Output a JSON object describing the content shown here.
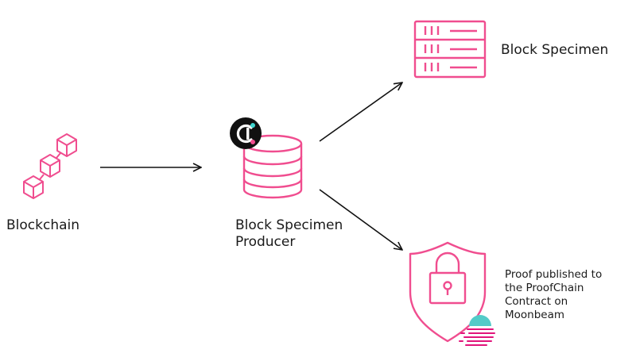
{
  "colors": {
    "accent": "#f04d8f",
    "arrow": "#111111",
    "badge_bg": "#111111",
    "badge_dot_teal": "#3fd6cf",
    "badge_dot_pink": "#f04d8f",
    "moonbeam_teal": "#53cbc8",
    "moonbeam_pink": "#e1147b"
  },
  "icons": {
    "blockchain": "cube-chain-icon",
    "producer": "database-icon",
    "producer_badge": "covalent-logo-icon",
    "specimen": "server-rack-icon",
    "proof": "shield-lock-icon",
    "moonbeam": "moonbeam-logo-icon"
  },
  "nodes": {
    "blockchain": {
      "label": "Blockchain"
    },
    "producer": {
      "label_line1": "Block Specimen",
      "label_line2": "Producer"
    },
    "specimen": {
      "label": "Block Specimen"
    },
    "proof": {
      "line1": "Proof published to",
      "line2": "the ProofChain",
      "line3": "Contract on",
      "line4": "Moonbeam"
    }
  },
  "edges": [
    {
      "from": "blockchain",
      "to": "producer"
    },
    {
      "from": "producer",
      "to": "specimen"
    },
    {
      "from": "producer",
      "to": "proof"
    }
  ]
}
